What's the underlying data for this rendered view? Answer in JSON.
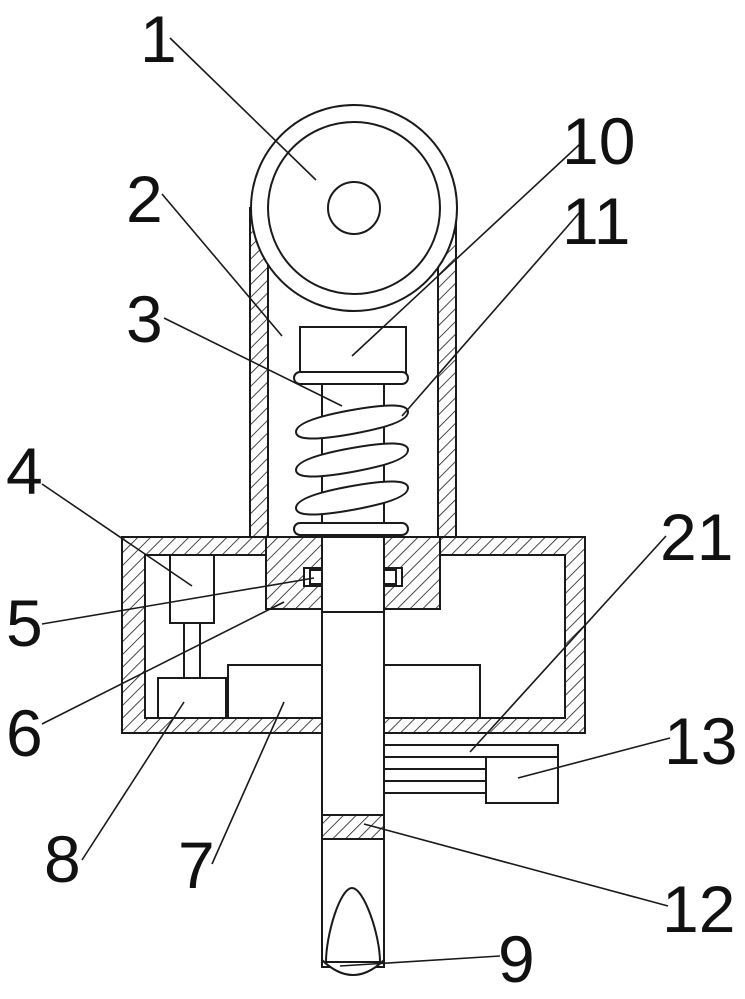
{
  "figure": {
    "callouts": [
      {
        "id": "c1",
        "label": "1"
      },
      {
        "id": "c2",
        "label": "2"
      },
      {
        "id": "c3",
        "label": "3"
      },
      {
        "id": "c4",
        "label": "4"
      },
      {
        "id": "c5",
        "label": "5"
      },
      {
        "id": "c6",
        "label": "6"
      },
      {
        "id": "c7",
        "label": "7"
      },
      {
        "id": "c8",
        "label": "8"
      },
      {
        "id": "c9",
        "label": "9"
      },
      {
        "id": "c10",
        "label": "10"
      },
      {
        "id": "c11",
        "label": "11"
      },
      {
        "id": "c12",
        "label": "12"
      },
      {
        "id": "c13",
        "label": "13"
      },
      {
        "id": "c21",
        "label": "21"
      }
    ]
  }
}
